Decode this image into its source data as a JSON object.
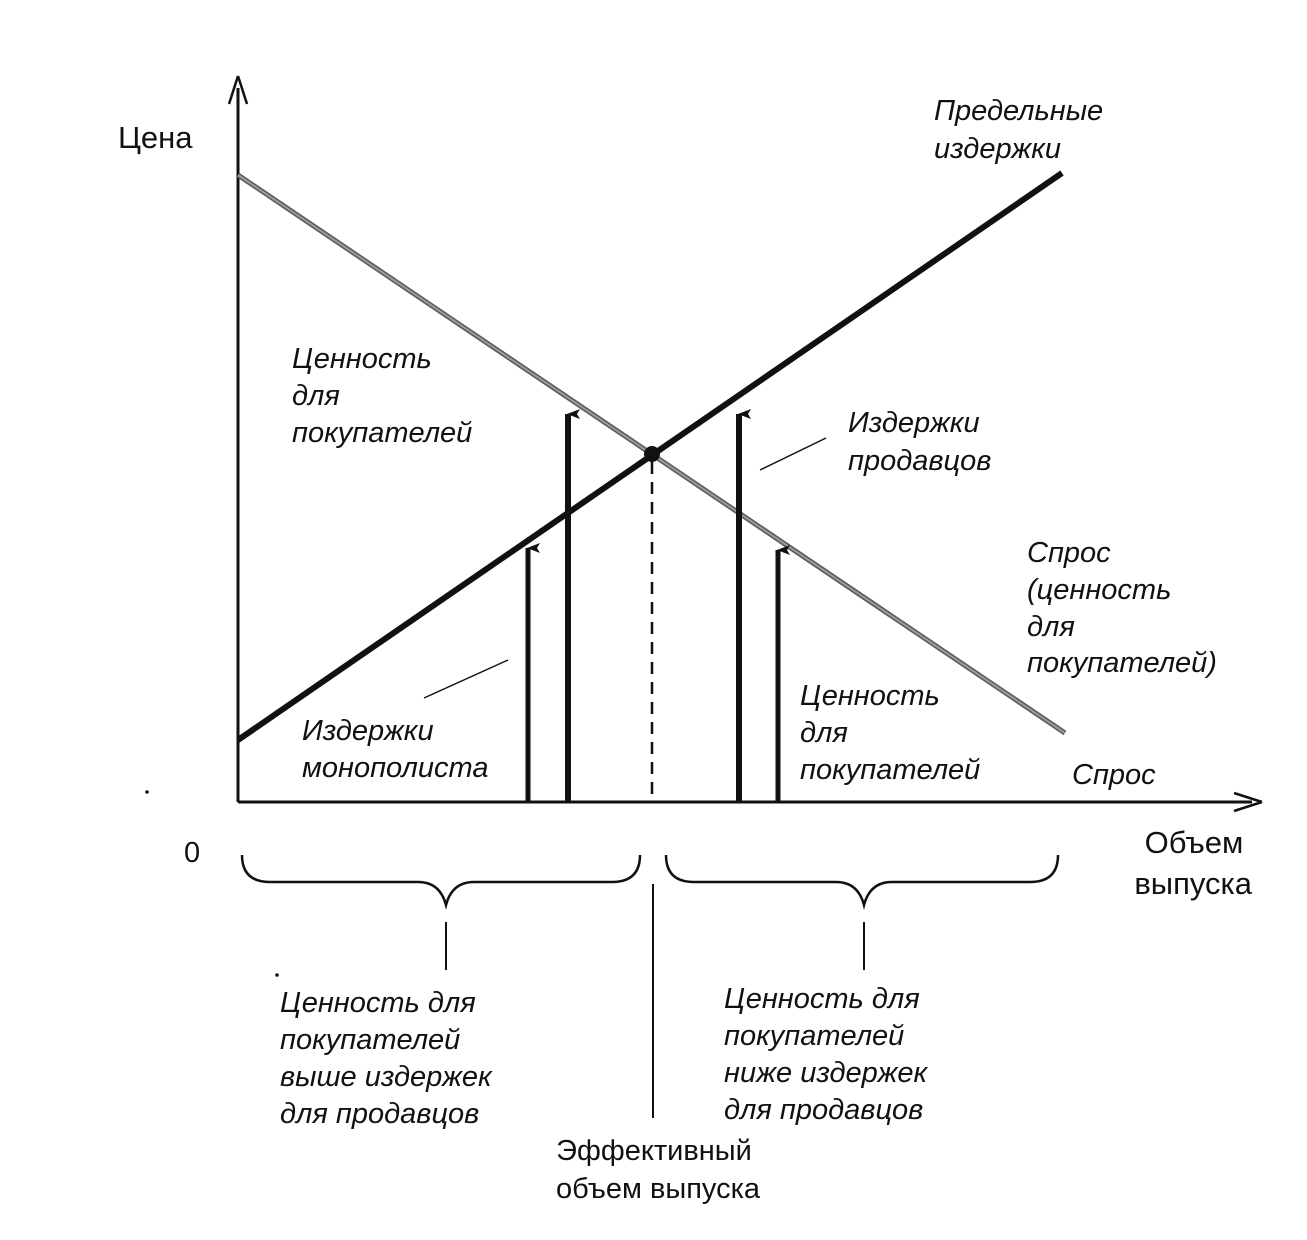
{
  "diagram": {
    "axis_y_label": "Цена",
    "axis_x_label": [
      "Объем",
      "выпуска"
    ],
    "origin_label": "0",
    "mc_label": [
      "Предельные",
      "издержки"
    ],
    "demand_label": [
      "Спрос",
      "(ценность",
      "для",
      "покупателей)"
    ],
    "demand_end_label": "Спрос",
    "value_left_label": [
      "Ценность",
      "для",
      "покупателей"
    ],
    "monopolist_cost_label": [
      "Издержки",
      "монополиста"
    ],
    "seller_cost_label": [
      "Издержки",
      "продавцов"
    ],
    "value_right_label": [
      "Ценность",
      "для",
      "покупателей"
    ],
    "brace_left_text": [
      "Ценность для",
      "покупателей",
      "выше издержек",
      "для продавцов"
    ],
    "brace_right_text": [
      "Ценность для",
      "покупателей",
      "ниже издержек",
      "для продавцов"
    ],
    "efficient_output_label": [
      "Эффективный",
      "объем выпуска"
    ],
    "colors": {
      "line": "#111111",
      "demand_line": "#555555",
      "background": "#ffffff"
    }
  }
}
